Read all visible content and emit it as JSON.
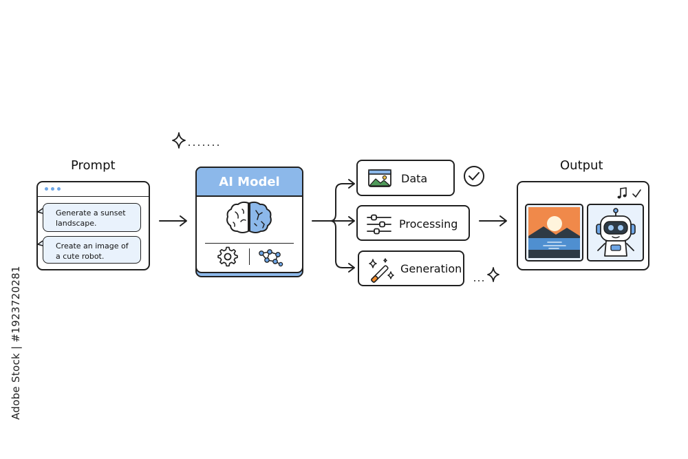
{
  "prompt": {
    "heading": "Prompt",
    "messages": [
      "Generate a sunset landscape.",
      "Create an image of a cute robot."
    ]
  },
  "model": {
    "title": "AI Model",
    "accent": "#8cb8ea",
    "accent_dark": "#4a86cf"
  },
  "steps": [
    {
      "label": "Data",
      "icon": "image-icon"
    },
    {
      "label": "Processing",
      "icon": "sliders-icon"
    },
    {
      "label": "Generation",
      "icon": "magic-wand-icon"
    }
  ],
  "output": {
    "heading": "Output",
    "items": [
      "sunset-image",
      "robot-image"
    ]
  },
  "watermark": "Adobe Stock | #1923720281"
}
